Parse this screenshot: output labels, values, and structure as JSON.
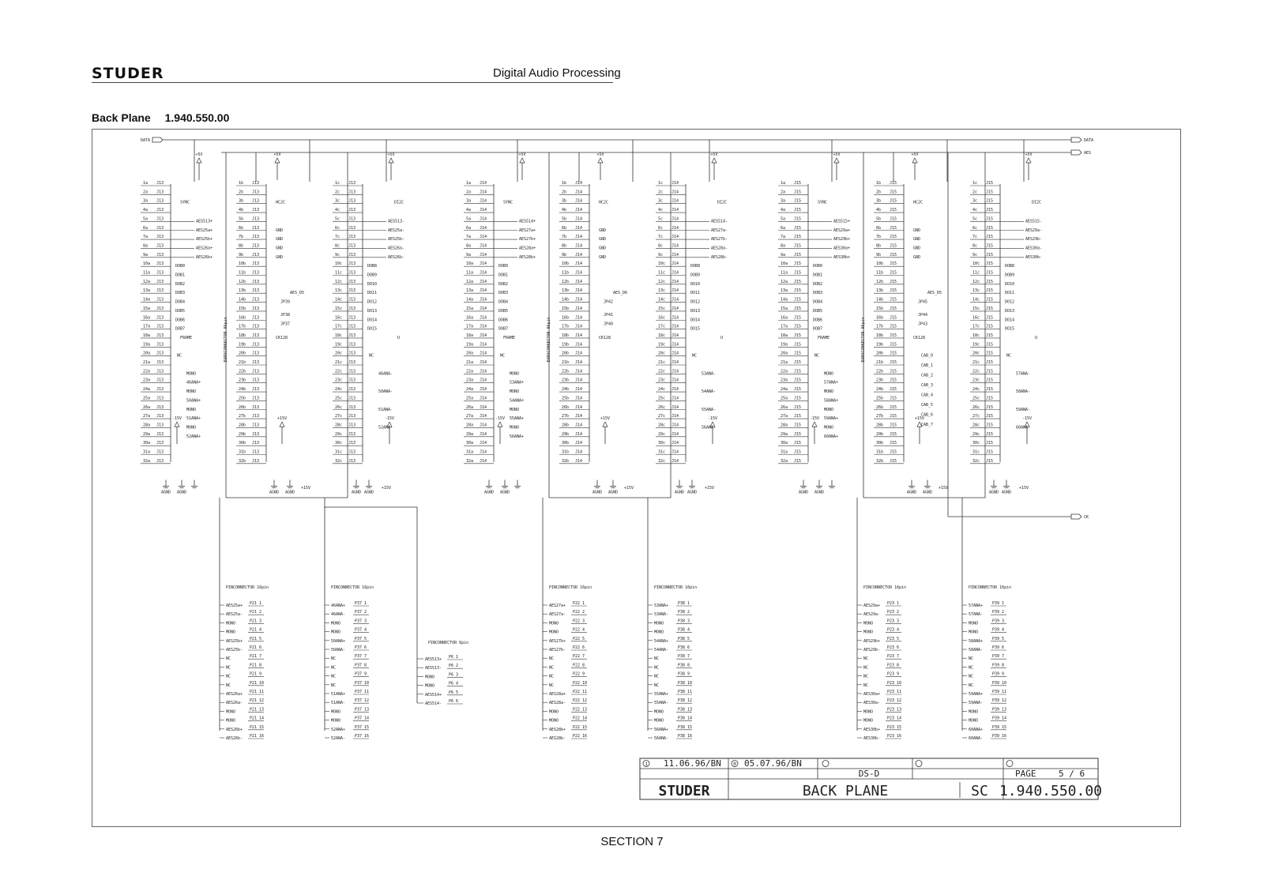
{
  "header": {
    "brand": "STUDER",
    "title": "Digital Audio Processing",
    "doc_title": "Back Plane",
    "doc_number": "1.940.550.00"
  },
  "footer": {
    "section": "SECTION 7"
  },
  "bus_labels": {
    "data": "DATA",
    "aes": "AES",
    "ck": "CK"
  },
  "power_labels": {
    "p5": "+5V",
    "p15": "+15V",
    "m15": "-15V",
    "gnd": "GND",
    "agnd": "AGND"
  },
  "connector_titles": {
    "euro": "EUROCONNECTOR 96pin",
    "pin16": "PINCONNECTOR 16pin",
    "pin6": "PINCONNECTOR 6pin"
  },
  "connectors": [
    "J13",
    "J14",
    "J15"
  ],
  "rows_a": [
    "1a",
    "2a",
    "3a",
    "4a",
    "5a",
    "6a",
    "7a",
    "8a",
    "9a",
    "10a",
    "11a",
    "12a",
    "13a",
    "14a",
    "15a",
    "16a",
    "17a",
    "18a",
    "19a",
    "20a",
    "21a",
    "22a",
    "23a",
    "24a",
    "25a",
    "26a",
    "27a",
    "28a",
    "29a",
    "30a",
    "31a",
    "32a"
  ],
  "rows_b": [
    "1b",
    "2b",
    "3b",
    "4b",
    "5b",
    "6b",
    "7b",
    "8b",
    "9b",
    "10b",
    "11b",
    "12b",
    "13b",
    "14b",
    "15b",
    "16b",
    "17b",
    "18b",
    "19b",
    "20b",
    "21b",
    "22b",
    "23b",
    "24b",
    "25b",
    "26b",
    "27b",
    "28b",
    "29b",
    "30b",
    "31b",
    "32b"
  ],
  "rows_c": [
    "1c",
    "2c",
    "3c",
    "4c",
    "5c",
    "6c",
    "7c",
    "8c",
    "9c",
    "10c",
    "11c",
    "12c",
    "13c",
    "14c",
    "15c",
    "16c",
    "17c",
    "18c",
    "19c",
    "20c",
    "21c",
    "22c",
    "23c",
    "24c",
    "25c",
    "26c",
    "27c",
    "28c",
    "29c",
    "30c",
    "31c",
    "32c"
  ],
  "net_labels": {
    "sync": "SYNC",
    "hc2c": "HC2C",
    "di2c": "DI2C",
    "frame": "FRAME",
    "ck128": "CK128",
    "nc": "NC",
    "mono": "MONO",
    "u": "U",
    "dob": [
      "DOB0",
      "DOB1",
      "DOB2",
      "DOB3",
      "DOB4",
      "DOB5",
      "DOB6",
      "DOB7"
    ],
    "dob_c": [
      "DOB8",
      "DOB9",
      "DO10",
      "DO11",
      "DO12",
      "DO13",
      "DO14",
      "DO15"
    ]
  },
  "groups": [
    {
      "aes_a": [
        "AES513+",
        "AES25a+",
        "AES25b+",
        "AES26a+",
        "AES26b+"
      ],
      "aes_c": [
        "AES513-",
        "AES25a-",
        "AES25b-",
        "AES26a-",
        "AES26b-"
      ],
      "jp": [
        "AES_D5",
        "JP39",
        "JP38",
        "JP37"
      ],
      "sana": [
        "46ANA+",
        "50ANA+",
        "51ANA+",
        "52ANA+"
      ],
      "sana_c": [
        "46ANA-",
        "50ANA-",
        "51ANA-",
        "52ANA-"
      ],
      "pin_a": "P21",
      "pin_b": "P37",
      "pin_a_labels": [
        "AES25a+",
        "AES25a-",
        "MONO",
        "MONO",
        "AES25b+",
        "AES25b-",
        "NC",
        "NC",
        "NC",
        "NC",
        "AES26a+",
        "AES26a-",
        "MONO",
        "MONO",
        "AES26b+",
        "AES26b-"
      ],
      "pin_b_labels": [
        "46ANA+",
        "46ANA-",
        "MONO",
        "MONO",
        "50ANA+",
        "50ANA-",
        "NC",
        "NC",
        "NC",
        "NC",
        "51ANA+",
        "51ANA-",
        "MONO",
        "MONO",
        "52ANA+",
        "52ANA-"
      ]
    },
    {
      "aes_a": [
        "AES514+",
        "AES27a+",
        "AES27b+",
        "AES28a+",
        "AES28b+"
      ],
      "aes_c": [
        "AES514-",
        "AES27a-",
        "AES27b-",
        "AES28a-",
        "AES28b-"
      ],
      "jp": [
        "AES_D6",
        "JP42",
        "JP41",
        "JP40"
      ],
      "sana": [
        "53ANA+",
        "54ANA+",
        "55ANA+",
        "56ANA+"
      ],
      "sana_c": [
        "53ANA-",
        "54ANA-",
        "55ANA-",
        "56ANA-"
      ],
      "pin_a": "P22",
      "pin_b": "P38",
      "pin_a_labels": [
        "AES27a+",
        "AES27a-",
        "MONO",
        "MONO",
        "AES27b+",
        "AES27b-",
        "NC",
        "NC",
        "NC",
        "NC",
        "AES28a+",
        "AES28a-",
        "MONO",
        "MONO",
        "AES28b+",
        "AES28b-"
      ],
      "pin_b_labels": [
        "53ANA+",
        "53ANA-",
        "MONO",
        "MONO",
        "54ANA+",
        "54ANA-",
        "NC",
        "NC",
        "NC",
        "NC",
        "55ANA+",
        "55ANA-",
        "MONO",
        "MONO",
        "56ANA+",
        "56ANA-"
      ]
    },
    {
      "aes_a": [
        "AES515+",
        "AES29a+",
        "AES29b+",
        "AES30a+",
        "AES30b+"
      ],
      "aes_c": [
        "AES515-",
        "AES29a-",
        "AES29b-",
        "AES30a-",
        "AES30b-"
      ],
      "jp": [
        "AES_D5",
        "JP45",
        "JP44",
        "JP43"
      ],
      "sana": [
        "57ANA+",
        "58ANA+",
        "59ANA+",
        "60ANA+"
      ],
      "sana_c": [
        "57ANA-",
        "58ANA-",
        "59ANA-",
        "60ANA-"
      ],
      "cab": [
        "CAB_0",
        "CAB_1",
        "CAB_2",
        "CAB_3",
        "CAB_4",
        "CAB_5",
        "CAB_6",
        "CAB_7"
      ],
      "pin_a": "P23",
      "pin_b": "P39",
      "pin_a_labels": [
        "AES29a+",
        "AES29a-",
        "MONO",
        "MONO",
        "AES29b+",
        "AES29b-",
        "NC",
        "NC",
        "NC",
        "NC",
        "AES30a+",
        "AES30a-",
        "MONO",
        "MONO",
        "AES30b+",
        "AES30b-"
      ],
      "pin_b_labels": [
        "57ANA+",
        "57ANA-",
        "MONO",
        "MONO",
        "58ANA+",
        "58ANA-",
        "NC",
        "NC",
        "NC",
        "NC",
        "59ANA+",
        "59ANA-",
        "MONO",
        "MONO",
        "60ANA+",
        "60ANA-"
      ]
    }
  ],
  "pin6": {
    "ref": "P6",
    "labels": [
      "AES513+",
      "AES513-",
      "MONO",
      "MONO",
      "AES514+",
      "AES514-"
    ]
  },
  "title_block": {
    "rev1": "11.06.96/BN",
    "rev0": "05.07.96/BN",
    "rev1_mark": "1",
    "rev0_mark": "0",
    "project": "DS-D",
    "page_label": "PAGE",
    "page": "5 / 6",
    "logo": "STUDER",
    "name": "BACK PLANE",
    "sc": "SC",
    "number": "1.940.550.00"
  }
}
